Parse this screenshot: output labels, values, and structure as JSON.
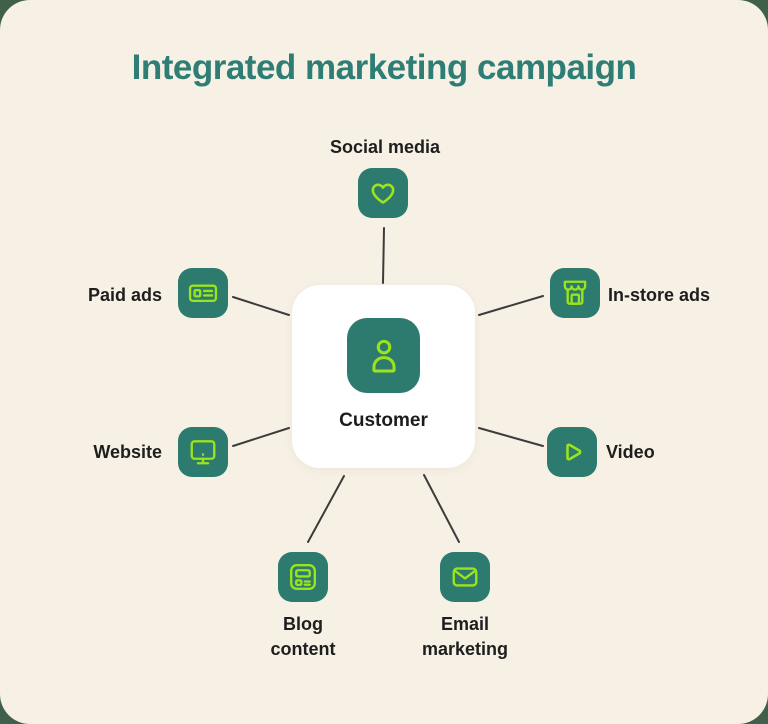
{
  "title": "Integrated marketing campaign",
  "center": {
    "label": "Customer",
    "icon": "person-icon"
  },
  "nodes": [
    {
      "id": "social-media",
      "label": "Social media",
      "icon": "heart-icon",
      "label_position": "above"
    },
    {
      "id": "paid-ads",
      "label": "Paid ads",
      "icon": "ad-banner-icon",
      "label_position": "left"
    },
    {
      "id": "in-store-ads",
      "label": "In-store ads",
      "icon": "storefront-icon",
      "label_position": "right"
    },
    {
      "id": "website",
      "label": "Website",
      "icon": "monitor-icon",
      "label_position": "left"
    },
    {
      "id": "video",
      "label": "Video",
      "icon": "play-icon",
      "label_position": "right"
    },
    {
      "id": "blog-content",
      "label": "Blog content",
      "icon": "blog-layout-icon",
      "label_position": "below"
    },
    {
      "id": "email-marketing",
      "label": "Email marketing",
      "icon": "envelope-icon",
      "label_position": "below"
    }
  ],
  "colors": {
    "outer_background": "#41604b",
    "card_background": "#f7f0e4",
    "title_teal": "#2f7e76",
    "tile_teal": "#2d7a6e",
    "icon_lime": "#9be41c",
    "connector_line": "#3c3c3c",
    "label_text": "#1e1e1e",
    "center_card": "#ffffff"
  }
}
